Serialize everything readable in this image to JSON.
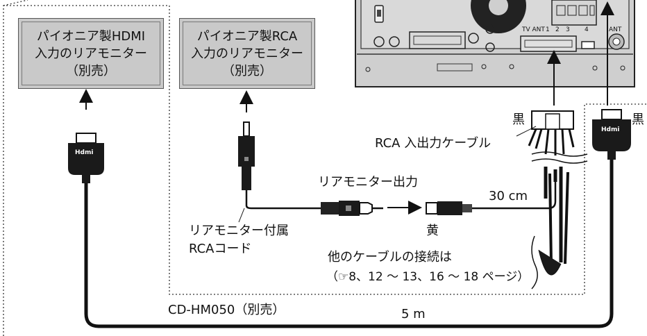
{
  "monitors": {
    "hdmi": {
      "line1": "パイオニア製HDMI",
      "line2": "入力のリアモニター",
      "line3": "（別売）"
    },
    "rca": {
      "line1": "パイオニア製RCA",
      "line2": "入力のリアモニター",
      "line3": "（別売）"
    }
  },
  "unit_labels": {
    "tv_ant": "TV ANT",
    "pin1": "1",
    "pin2": "2",
    "pin3": "3",
    "pin4": "4",
    "ant": "ANT"
  },
  "hdmi_logo": "Hdmi",
  "labels": {
    "black_left": "黒",
    "black_right": "黒",
    "rca_cable": "RCA 入出力ケーブル",
    "rear_monitor_output": "リアモニター出力",
    "length_30": "30 cm",
    "yellow": "黄",
    "rca_cord_line1": "リアモニター付属",
    "rca_cord_line2": "RCAコード",
    "other_cables_line1": "他のケーブルの接続は",
    "other_cables_line2": "（☞8、12 〜 13、16 〜 18 ページ）",
    "cd_hm050": "CD-HM050（別売）",
    "length_5": "5 m"
  }
}
